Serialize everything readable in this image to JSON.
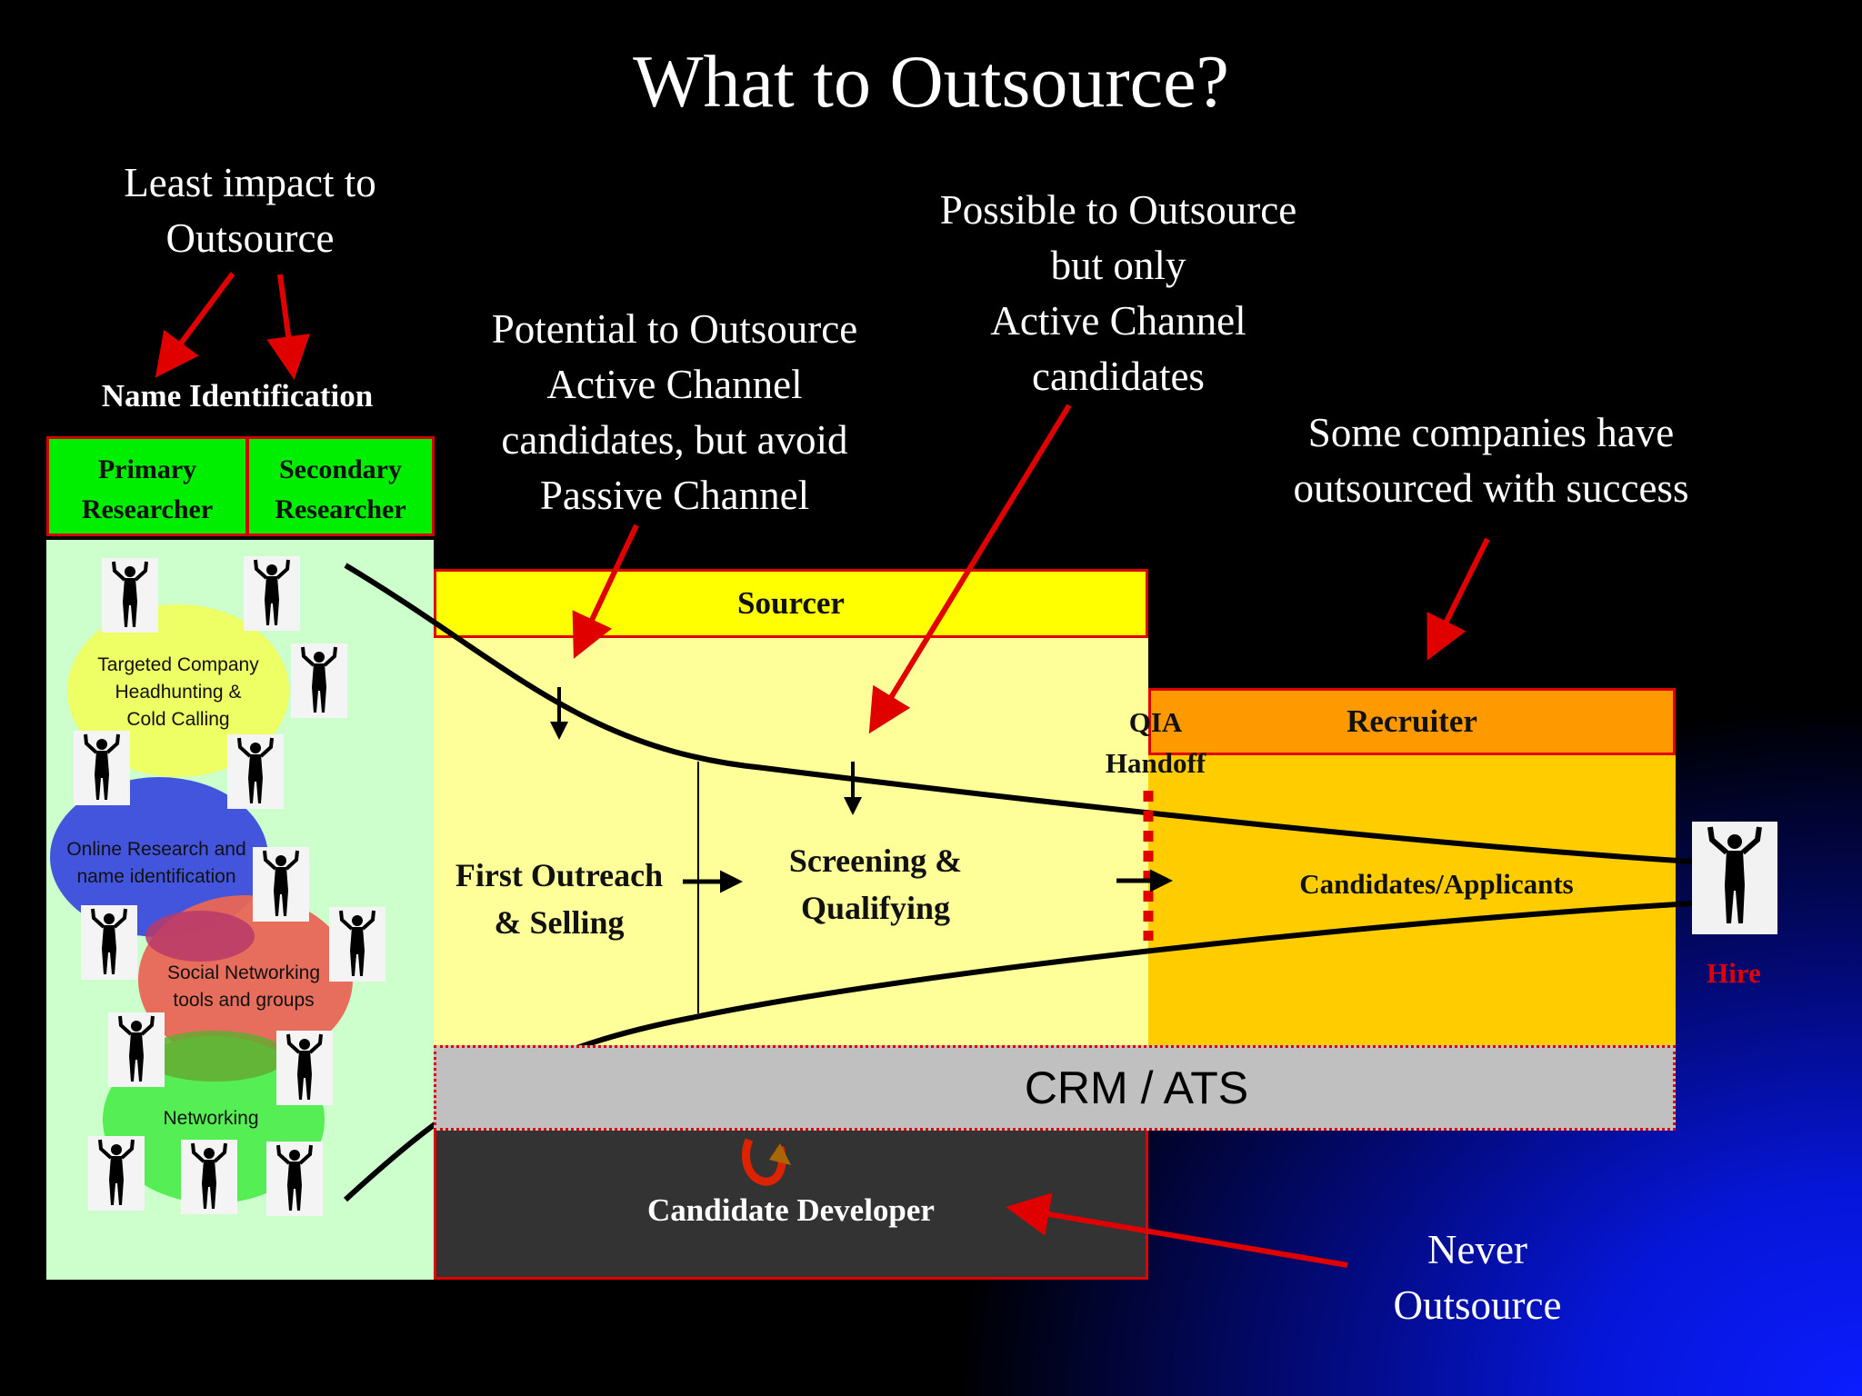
{
  "title": "What to Outsource?",
  "notes": {
    "least_impact": [
      "Least impact to",
      "Outsource"
    ],
    "potential": [
      "Potential to Outsource",
      "Active Channel",
      "candidates, but avoid",
      "Passive Channel"
    ],
    "possible": [
      "Possible to Outsource",
      "but only",
      "Active Channel",
      "candidates"
    ],
    "some_companies": [
      "Some companies have",
      "outsourced with success"
    ],
    "never": [
      "Never",
      "Outsource"
    ]
  },
  "name_identification": {
    "heading": "Name Identification",
    "primary": [
      "Primary",
      "Researcher"
    ],
    "secondary": [
      "Secondary",
      "Researcher"
    ],
    "methods": [
      [
        "Targeted Company",
        "Headhunting &",
        "Cold Calling"
      ],
      [
        "Online Research and",
        "name identification"
      ],
      [
        "Social Networking",
        "tools and groups"
      ],
      [
        "Networking"
      ]
    ]
  },
  "sourcer": {
    "label": "Sourcer",
    "first_outreach": [
      "First Outreach",
      "& Selling"
    ],
    "screening": [
      "Screening &",
      "Qualifying"
    ]
  },
  "qia": [
    "QIA",
    "Handoff"
  ],
  "recruiter": {
    "label": "Recruiter",
    "candidates": "Candidates/Applicants"
  },
  "hire": "Hire",
  "crm": "CRM / ATS",
  "candidate_developer": "Candidate Developer",
  "colors": {
    "arrow_red": "#e00000",
    "sourcer_header": "#ffff00",
    "sourcer_body": "#ffff99",
    "recruiter_header": "#ff9900",
    "recruiter_body": "#ffcc00",
    "researcher": "#00ee00",
    "panel": "#ccffcc",
    "crm": "#c0c0c0",
    "developer": "#333333"
  }
}
